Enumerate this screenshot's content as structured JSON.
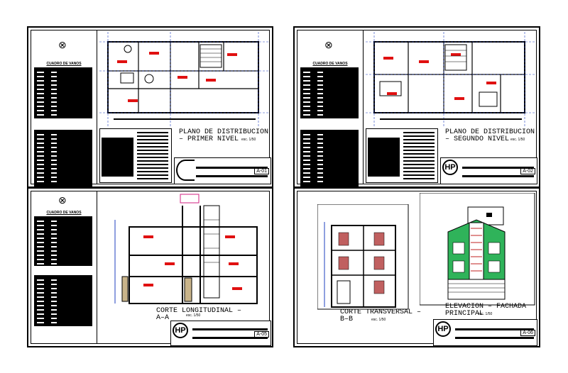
{
  "sheets": [
    {
      "id": "a01",
      "sheet_no": "A-01",
      "title1": "PLANO DE DISTRIBUCION",
      "title2": "– PRIMER NIVEL",
      "scale": "esc. 1/50",
      "table_label": "CUADRO DE VANOS"
    },
    {
      "id": "a02",
      "sheet_no": "A-02",
      "title1": "PLANO DE DISTRIBUCION",
      "title2": "– SEGUNDO NIVEL",
      "scale": "esc. 1/50",
      "table_label": "CUADRO DE VANOS"
    },
    {
      "id": "a05",
      "sheet_no": "A-05",
      "title1": "CORTE LONGITUDINAL –",
      "title2": "A–A",
      "scale": "esc. 1/50",
      "table_label": "CUADRO DE VANOS"
    },
    {
      "id": "a06",
      "sheet_no": "A-06",
      "title1": "ELEVACION – FACHADA",
      "title2": "PRINCIPAL",
      "scale": "esc. 1/50",
      "title3": "CORTE TRANSVERSAL –",
      "title4": "B–B",
      "scale2": "esc. 1/50"
    }
  ],
  "logo_text": "HP",
  "colors": {
    "line": "#000000",
    "accent_blue": "#1f3fbf",
    "accent_red": "#e01010",
    "facade_green": "#2fb35a",
    "wall_tan": "#c9b48a"
  }
}
